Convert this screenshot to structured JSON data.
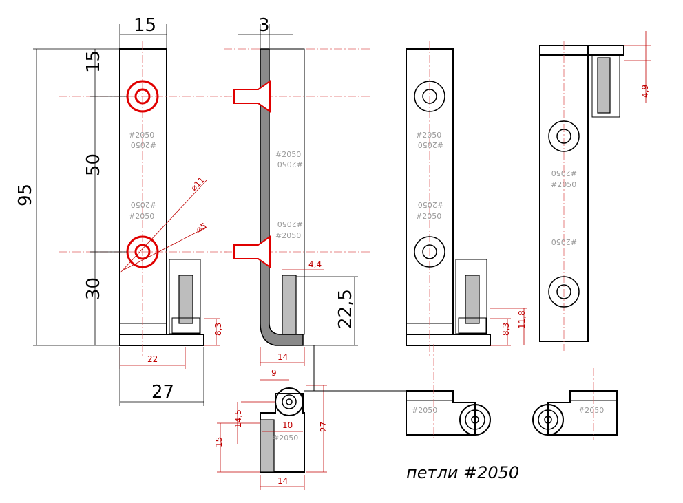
{
  "dimensions": {
    "width_top": "15",
    "thickness_top": "3",
    "total_height": "95",
    "top_offset": "15",
    "hole_spacing": "50",
    "bottom_offset": "30",
    "diameter_outer": "⌀11",
    "diameter_inner": "⌀5",
    "pin_offset": "4,4",
    "pin_height": "22,5",
    "base_height_left": "8,3",
    "width_22": "22",
    "width_27": "27",
    "width_14_side": "14",
    "base_height_right": "8,3",
    "height_11_8": "11,8",
    "top_cap": "4,9",
    "bottom_9": "9",
    "bottom_14_5": "14,5",
    "bottom_10": "10",
    "bottom_27": "27",
    "bottom_15": "15",
    "bottom_14": "14"
  },
  "labels": {
    "part_number": "#2050",
    "caption": "петли #2050"
  },
  "colors": {
    "dimension": "#c00000",
    "highlight": "#e00000",
    "outline": "#000000",
    "plate": "#8a8a8a"
  }
}
